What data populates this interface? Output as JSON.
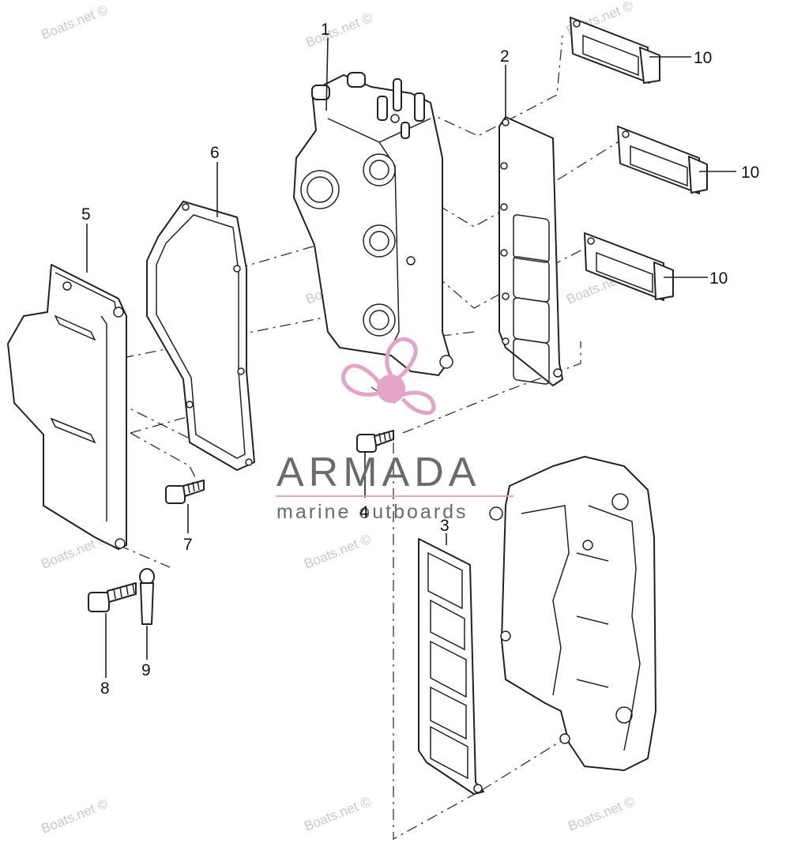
{
  "callouts": [
    "1",
    "2",
    "3",
    "4",
    "5",
    "6",
    "7",
    "8",
    "9",
    "10",
    "10",
    "10"
  ],
  "watermark": "Boats.net ©",
  "brand": {
    "name": "ARMADA",
    "tagline": "marine outboards",
    "logo_color": "#e3a4c6",
    "text_color": "#6b6b6b"
  },
  "colors": {
    "line": "#222222",
    "watermark": "#c8c8c8",
    "background": "#ffffff"
  }
}
